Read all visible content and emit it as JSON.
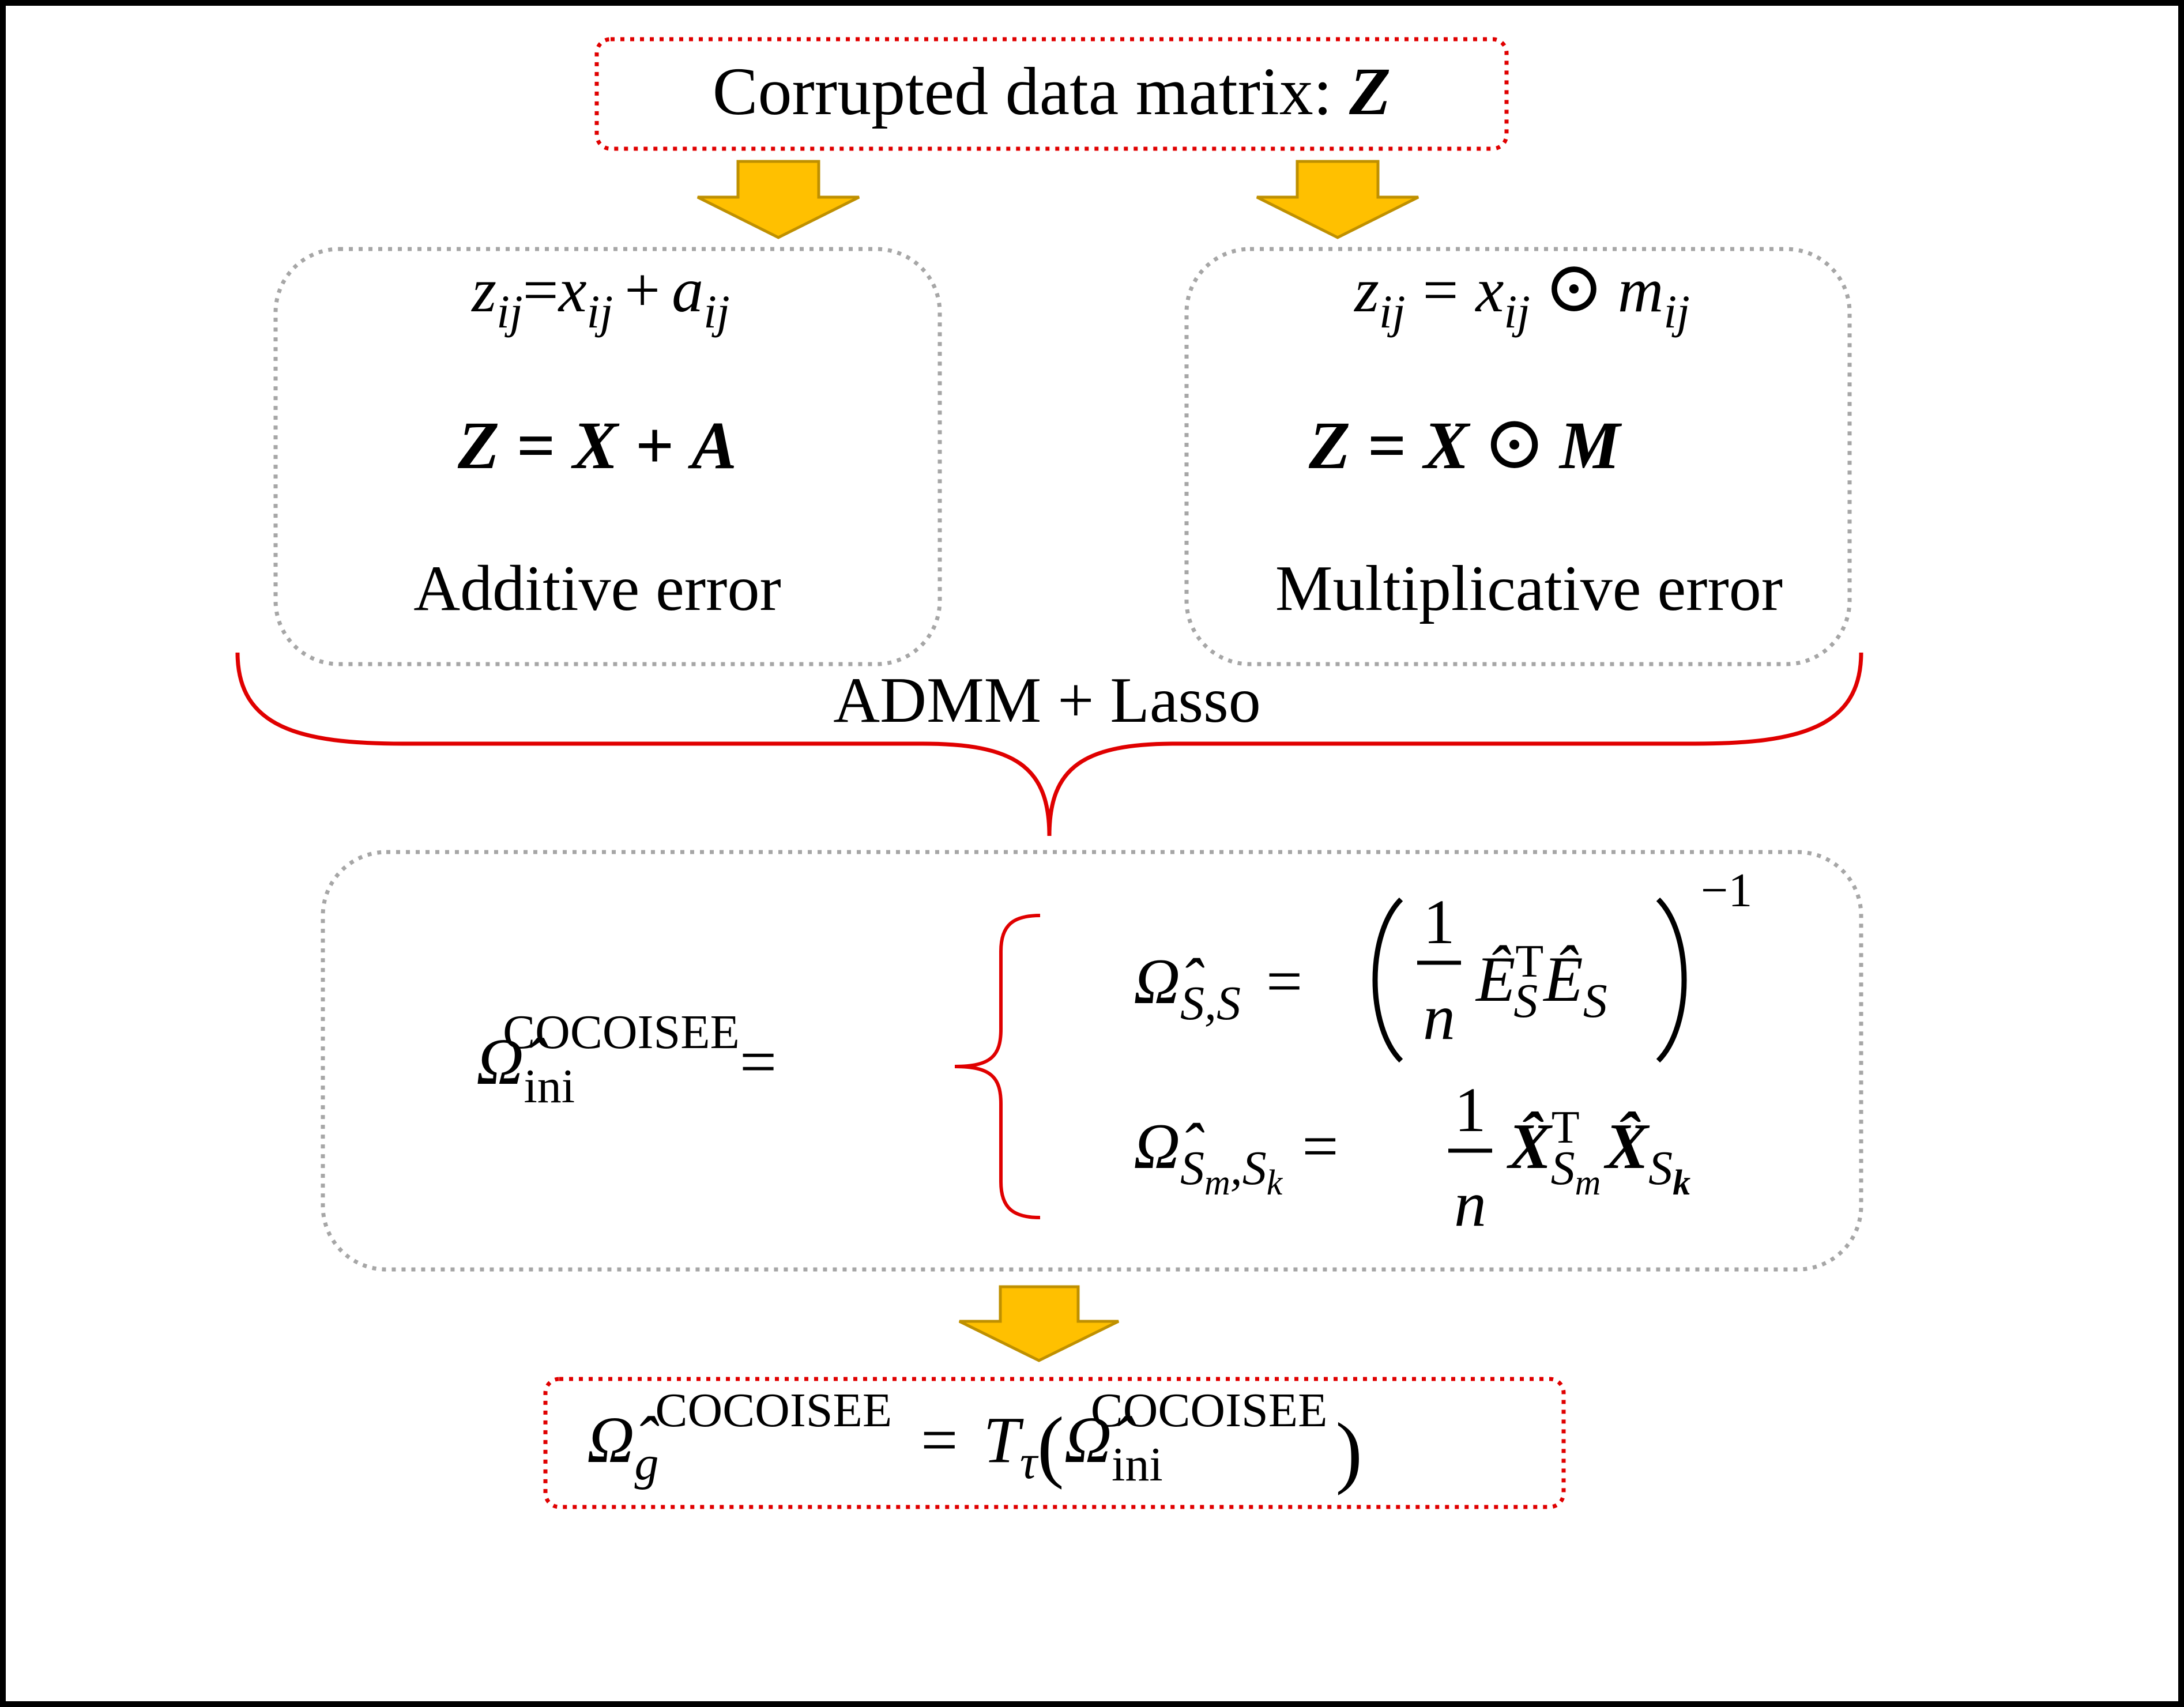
{
  "colors": {
    "frame": "#000000",
    "red_dotted_border": "#e00000",
    "gray_dotted_border": "#a6a6a6",
    "arrow_fill": "#ffc000",
    "arrow_stroke": "#bf9000",
    "brace": "#e00000"
  },
  "top_box": {
    "label": "Corrupted data matrix: ",
    "symbol": "Z"
  },
  "additive_box": {
    "element_eq": {
      "z": "z",
      "x": "x",
      "a": "a",
      "sub": "ij",
      "eq": "=",
      "op": "+"
    },
    "matrix_eq": {
      "Z": "Z",
      "X": "X",
      "A": "A",
      "eq": "=",
      "op": "+"
    },
    "caption": "Additive error"
  },
  "multiplicative_box": {
    "element_eq": {
      "z": "z",
      "x": "x",
      "m": "m",
      "sub": "ij",
      "eq": "=",
      "op": "⊙"
    },
    "matrix_eq": {
      "Z": "Z",
      "X": "X",
      "M": "M",
      "eq": "=",
      "op": "⊙"
    },
    "caption": "Multiplicative error"
  },
  "brace_label": "ADMM + Lasso",
  "middle_box": {
    "lhs": {
      "omega": "Ω̂",
      "sup": "COCOISEE",
      "sub": "ini",
      "eq": "="
    },
    "case1": {
      "omega": "Ω̂",
      "sub": "S,S",
      "eq": "=",
      "one": "1",
      "n": "n",
      "E": "Ê",
      "T": "T",
      "S": "S",
      "power": "−1"
    },
    "case2": {
      "omega": "Ω̂",
      "S": "S",
      "m": "m",
      "comma": ",",
      "k": "k",
      "eq": "=",
      "one": "1",
      "n": "n",
      "X": "X̂",
      "T": "T"
    }
  },
  "bottom_box": {
    "omega": "Ω̂",
    "sub_g": "g",
    "sup": "COCOISEE",
    "eq": "=",
    "T": "T",
    "tau": "τ",
    "lparen": "(",
    "rparen": ")",
    "inner_sup": "COCOISEE",
    "inner_sub": "ini"
  }
}
